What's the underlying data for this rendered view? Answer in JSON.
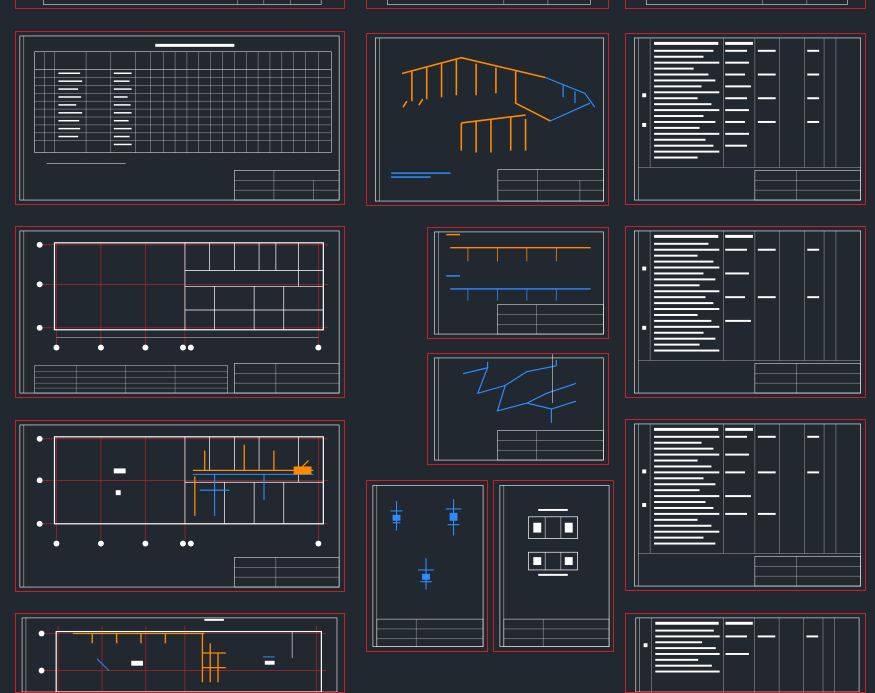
{
  "workspace": {
    "title": "",
    "background": "#212830",
    "frame_color": "#c8202a",
    "line_color": "#ffffff",
    "hot_pipe_color": "#ff8a00",
    "cold_pipe_color": "#2f8cff"
  },
  "sheets": [
    {
      "id": "top-strip-left",
      "kind": "partial"
    },
    {
      "id": "top-strip-mid",
      "kind": "partial"
    },
    {
      "id": "top-strip-right",
      "kind": "partial"
    },
    {
      "id": "equipment-table",
      "kind": "table"
    },
    {
      "id": "isometric-main",
      "kind": "isometric"
    },
    {
      "id": "spec-list-1",
      "kind": "spec"
    },
    {
      "id": "floor-plan",
      "kind": "plan"
    },
    {
      "id": "isometric-riser-a",
      "kind": "isometric"
    },
    {
      "id": "spec-list-2",
      "kind": "spec"
    },
    {
      "id": "isometric-riser-b",
      "kind": "isometric"
    },
    {
      "id": "floor-plan-pipes",
      "kind": "plan"
    },
    {
      "id": "spec-list-3",
      "kind": "spec"
    },
    {
      "id": "detail-sheet-a",
      "kind": "detail"
    },
    {
      "id": "detail-sheet-b",
      "kind": "detail"
    },
    {
      "id": "floor-plan-pipes-2",
      "kind": "plan"
    },
    {
      "id": "spec-list-4",
      "kind": "spec"
    }
  ]
}
